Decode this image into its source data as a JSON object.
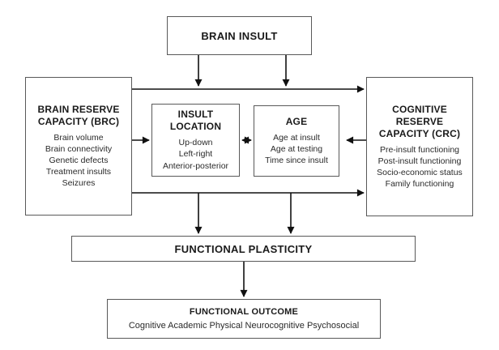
{
  "diagram": {
    "boxes": {
      "brain_insult": {
        "label": "BRAIN INSULT"
      },
      "brain_reserve": {
        "title": "BRAIN RESERVE CAPACITY (BRC)",
        "items": [
          "Brain volume",
          "Brain connectivity",
          "Genetic defects",
          "Treatment insults",
          "Seizures"
        ]
      },
      "insult_location": {
        "title": "INSULT LOCATION",
        "items": [
          "Up-down",
          "Left-right",
          "Anterior-posterior"
        ]
      },
      "age": {
        "title": "AGE",
        "items": [
          "Age at insult",
          "Age at testing",
          "Time since insult"
        ]
      },
      "cognitive_reserve": {
        "title": "COGNITIVE RESERVE CAPACITY (CRC)",
        "items": [
          "Pre-insult functioning",
          "Post-insult functioning",
          "Socio-economic status",
          "Family functioning"
        ]
      },
      "functional_plasticity": {
        "label": "FUNCTIONAL PLASTICITY"
      },
      "functional_outcome": {
        "title": "FUNCTIONAL OUTCOME",
        "subtitle": "Cognitive Academic Physical Neurocognitive Psychosocial"
      }
    },
    "colors": {
      "background": "#ffffff",
      "box_border": "#595959",
      "arrow": "#111111",
      "text": "#1a1a1a"
    }
  }
}
